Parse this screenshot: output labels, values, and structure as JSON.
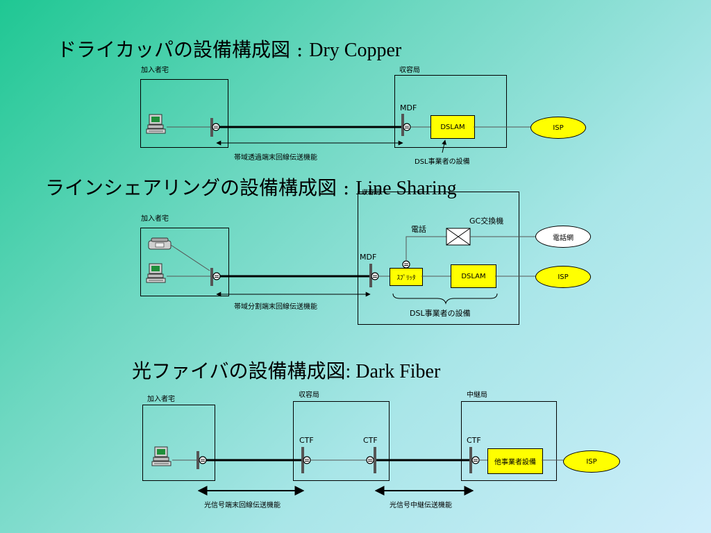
{
  "colors": {
    "accent_yellow": "#ffff00",
    "line": "#000000"
  },
  "section1": {
    "title_ja": "ドライカッパの設備構成図 : ",
    "title_en": "Dry Copper",
    "home_label": "加入者宅",
    "office_label": "収容局",
    "mdf_label": "MDF",
    "dslam_label": "DSLAM",
    "isp_label": "ISP",
    "span_label": "帯域透過端末回線伝送機能",
    "dsl_equipment_label": "DSL事業者の設備",
    "icons": [
      "computer-icon",
      "mdf-connector-icon"
    ]
  },
  "section2": {
    "title_ja": "ラインシェアリングの設備構成図 : ",
    "title_en": "Line Sharing",
    "home_label": "加入者宅",
    "office_label": "収容局",
    "gc_label": "GC交換機",
    "phone_label": "電話",
    "phone_network_label": "電話網",
    "mdf_label": "MDF",
    "splitter_label": "ｽﾌﾟﾘｯﾀ",
    "dslam_label": "DSLAM",
    "isp_label": "ISP",
    "span_label": "帯域分割端末回線伝送機能",
    "dsl_equipment_label": "DSL事業者の設備",
    "icons": [
      "telephone-icon",
      "computer-icon",
      "switch-icon"
    ]
  },
  "section3": {
    "title_ja": "光ファイバの設備構成図",
    "title_en": ": Dark Fiber",
    "home_label": "加入者宅",
    "office_label": "収容局",
    "relay_label": "中継局",
    "ctf1_label": "CTF",
    "ctf2_label": "CTF",
    "ctf3_label": "CTF",
    "other_equipment_label": "他事業者設備",
    "isp_label": "ISP",
    "terminal_span_label": "光信号端末回線伝送機能",
    "relay_span_label": "光信号中継伝送機能",
    "icons": [
      "computer-icon",
      "ctf-connector-icon"
    ]
  }
}
